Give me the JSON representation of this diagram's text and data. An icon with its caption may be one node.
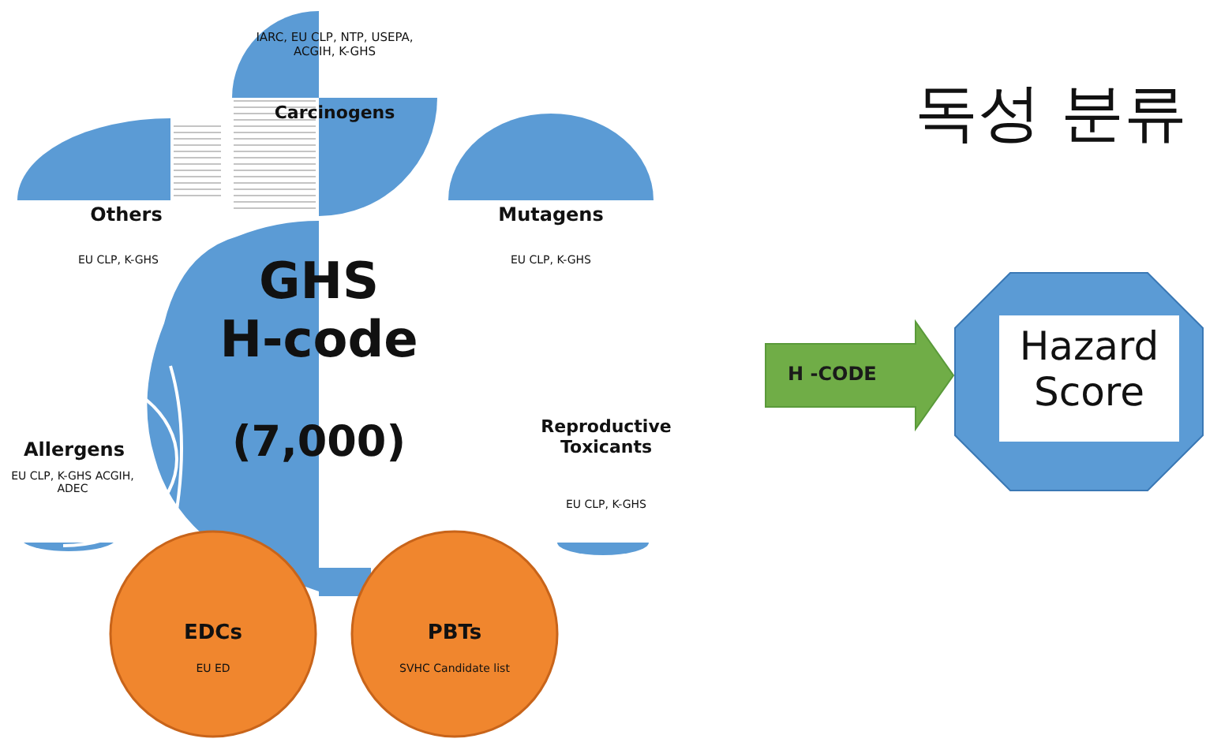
{
  "diagram": {
    "title": "독성 분류",
    "nodes": [
      {
        "text": [
          "IARC, EU CLP, NTP, USEPA, ACGIH, K-GHS",
          "Carcinogens"
        ]
      },
      {
        "text": [
          "Others",
          "EU CLP, K-GHS"
        ]
      },
      {
        "text": [
          "Mutagens",
          "EU CLP, K-GHS"
        ]
      },
      {
        "text": [
          "GHS H-code",
          "(7,000)"
        ]
      },
      {
        "text": [
          "Allergens",
          "EU CLP, K-GHS ACGIH, ADEC"
        ]
      },
      {
        "text": [
          "Reproductive Toxicants",
          "EU CLP, K-GHS"
        ]
      },
      {
        "text": [
          "EDCs",
          "EU ED"
        ]
      },
      {
        "text": [
          "PBTs",
          "SVHC Candidate list"
        ]
      },
      {
        "text": [
          "Hazard Score"
        ]
      }
    ],
    "edges": [
      {
        "from": null,
        "to": 8,
        "arrow": "to",
        "label": "H -CODE",
        "style": "thick",
        "color": "#70ad47"
      }
    ]
  }
}
